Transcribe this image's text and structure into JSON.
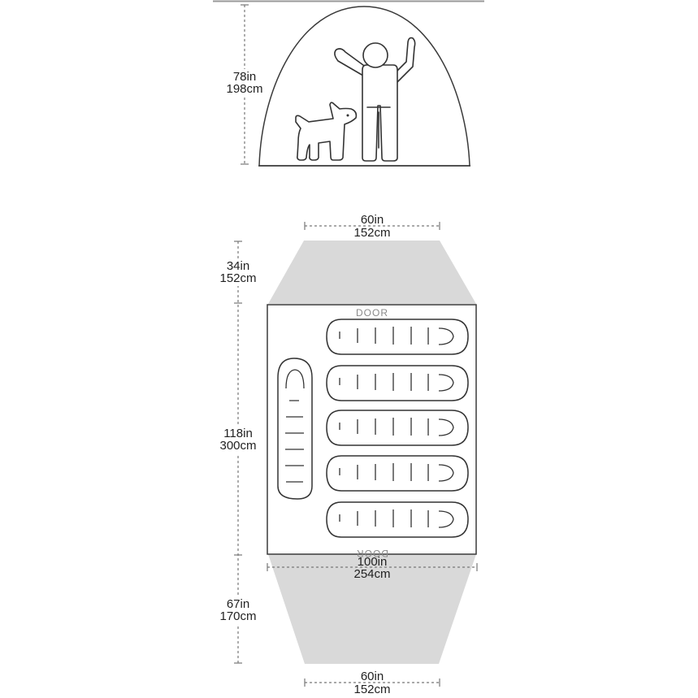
{
  "side_view": {
    "height_in": "78in",
    "height_cm": "198cm"
  },
  "floor_plan": {
    "top_vestibule_width_in": "60in",
    "top_vestibule_width_cm": "152cm",
    "top_vestibule_depth_in": "34in",
    "top_vestibule_depth_cm": "152cm",
    "body_length_in": "118in",
    "body_length_cm": "300cm",
    "body_width_in": "100in",
    "body_width_cm": "254cm",
    "bottom_vestibule_depth_in": "67in",
    "bottom_vestibule_depth_cm": "170cm",
    "bottom_vestibule_width_in": "60in",
    "bottom_vestibule_width_cm": "152cm",
    "door_top": "DOOR",
    "door_bottom": "DOOR"
  }
}
